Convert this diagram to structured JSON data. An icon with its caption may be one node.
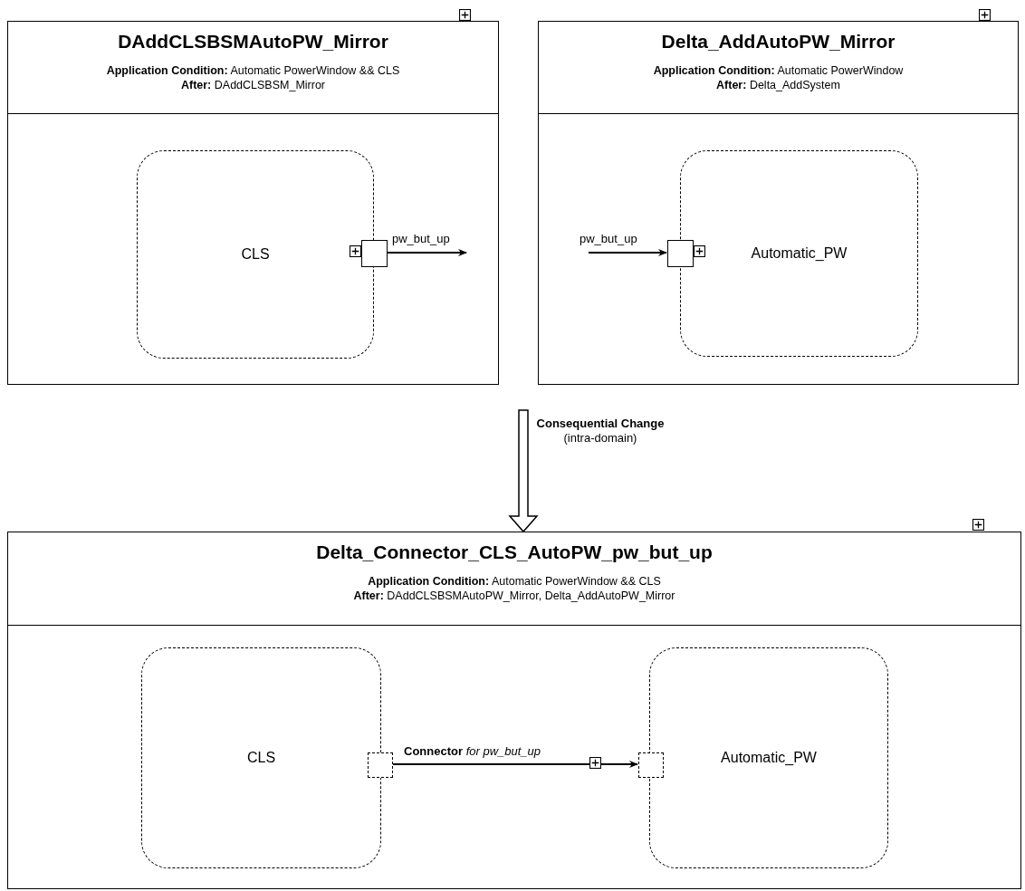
{
  "diagram": {
    "nodes": [
      {
        "text": [
          "DAddCLSBSMAutoPW_Mirror",
          "**Application Condition:** Automatic PowerWindow && CLS",
          "**After:** DAddCLSBSM_Mirror"
        ]
      },
      {
        "text": [
          "CLS"
        ],
        "in": 0
      },
      {
        "text": [],
        "shape": "box",
        "in": 0
      },
      {
        "text": [
          "Delta_AddAutoPW_Mirror",
          "**Application Condition:** Automatic PowerWindow",
          "**After:** Delta_AddSystem"
        ]
      },
      {
        "text": [
          "Automatic_PW"
        ],
        "in": 3
      },
      {
        "text": [],
        "shape": "box",
        "in": 3
      },
      {
        "text": [
          "Delta_Connector_CLS_AutoPW_pw_but_up",
          "**Application Condition:** Automatic PowerWindow && CLS",
          "**After:** DAddCLSBSMAutoPW_Mirror, Delta_AddAutoPW_Mirror"
        ]
      },
      {
        "text": [
          "CLS"
        ],
        "in": 6
      },
      {
        "text": [],
        "shape": "box",
        "in": 6
      },
      {
        "text": [
          "Automatic_PW"
        ],
        "in": 6
      },
      {
        "text": [],
        "shape": "box",
        "in": 6
      }
    ],
    "edges": [
      {
        "from": 2,
        "to": null,
        "arrow": "to",
        "label": "pw_but_up"
      },
      {
        "from": null,
        "to": 5,
        "arrow": "to",
        "label": "pw_but_up"
      },
      {
        "from": 8,
        "to": 10,
        "arrow": "to",
        "label": "**Connector** *for pw_but_up*"
      },
      {
        "from": null,
        "to": 6,
        "arrow": "to",
        "style": "thick",
        "label": "**Consequential Change** (intra-domain)"
      }
    ]
  }
}
